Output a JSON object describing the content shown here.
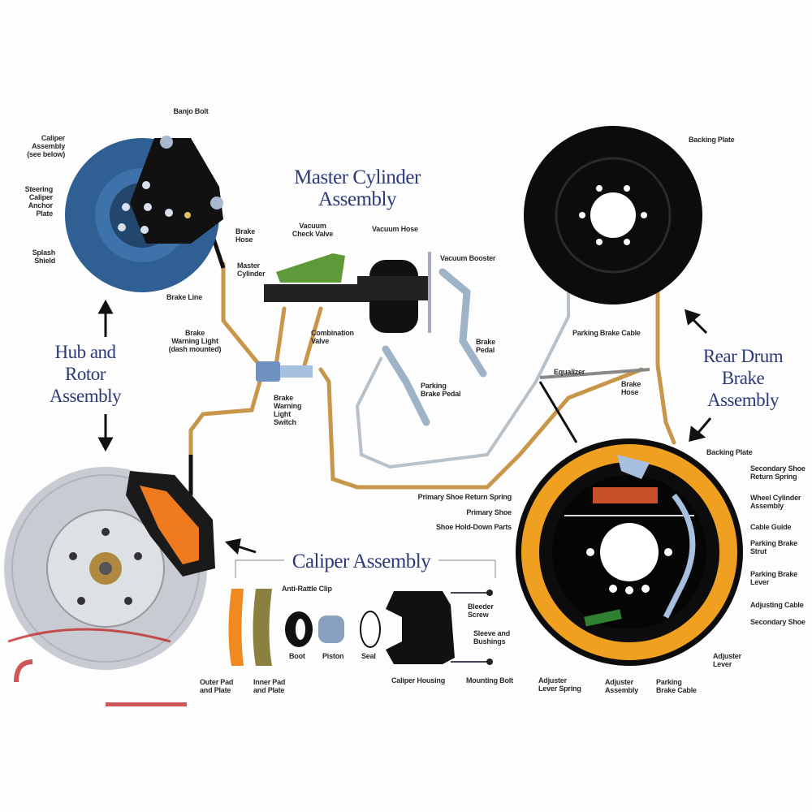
{
  "titles": {
    "master_cylinder": "Master Cylinder\nAssembly",
    "hub_rotor": "Hub and\nRotor\nAssembly",
    "rear_drum": "Rear Drum\nBrake\nAssembly",
    "caliper": "Caliper Assembly"
  },
  "labels": {
    "banjo_bolt": "Banjo Bolt",
    "caliper_assembly_see_below": "Caliper\nAssembly\n(see below)",
    "steering_caliper_anchor_plate": "Steering\nCaliper\nAnchor\nPlate",
    "splash_shield": "Splash\nShield",
    "brake_hose_front": "Brake\nHose",
    "master_cylinder": "Master\nCylinder",
    "brake_line": "Brake Line",
    "brake_warning_light": "Brake\nWarning Light\n(dash mounted)",
    "vacuum_check_valve": "Vacuum\nCheck Valve",
    "vacuum_hose": "Vacuum Hose",
    "vacuum_booster": "Vacuum Booster",
    "combination_valve": "Combination\nValve",
    "brake_pedal": "Brake\nPedal",
    "parking_brake_pedal": "Parking\nBrake Pedal",
    "brake_warning_light_switch": "Brake\nWarning\nLight\nSwitch",
    "backing_plate_top": "Backing Plate",
    "parking_brake_cable_top": "Parking Brake Cable",
    "equalizer": "Equalizer",
    "brake_hose_rear": "Brake\nHose",
    "backing_plate": "Backing Plate",
    "secondary_shoe_return_spring": "Secondary Shoe\nReturn Spring",
    "wheel_cylinder_assembly": "Wheel Cylinder\nAssembly",
    "cable_guide": "Cable Guide",
    "parking_brake_strut": "Parking Brake\nStrut",
    "parking_brake_lever": "Parking Brake\nLever",
    "adjusting_cable": "Adjusting Cable",
    "secondary_shoe": "Secondary Shoe",
    "primary_shoe_return_spring": "Primary Shoe Return Spring",
    "primary_shoe": "Primary Shoe",
    "shoe_hold_down_parts": "Shoe Hold-Down Parts",
    "anti_rattle_clip": "Anti-Rattle Clip",
    "boot": "Boot",
    "piston": "Piston",
    "seal": "Seal",
    "caliper_housing": "Caliper Housing",
    "mounting_bolt": "Mounting Bolt",
    "bleeder_screw": "Bleeder\nScrew",
    "sleeve_and_bushings": "Sleeve and\nBushings",
    "outer_pad_and_plate": "Outer Pad\nand Plate",
    "inner_pad_and_plate": "Inner Pad\nand Plate",
    "adjuster_lever_spring": "Adjuster\nLever Spring",
    "adjuster_assembly": "Adjuster\nAssembly",
    "parking_brake_cable_bottom": "Parking\nBrake Cable",
    "adjuster_lever": "Adjuster\nLever"
  },
  "colors": {
    "title": "#2c3a7a",
    "brake_line": "#c8964a",
    "rotor_blue": "#2f5f93",
    "shoe_orange": "#f0a020",
    "pad_orange": "#f07a20"
  }
}
